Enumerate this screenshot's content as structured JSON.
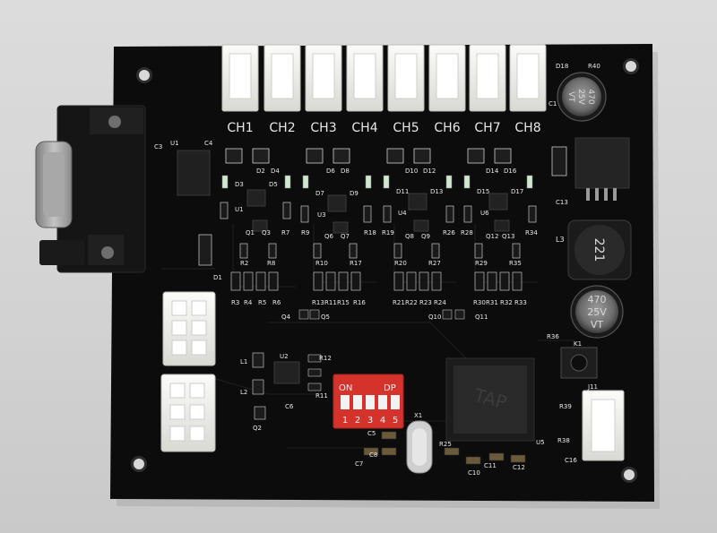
{
  "board": {
    "channels": [
      "CH1",
      "CH2",
      "CH3",
      "CH4",
      "CH5",
      "CH6",
      "CH7",
      "CH8"
    ],
    "labels": {
      "d18": "D18",
      "r40": "R40",
      "c1": "C1",
      "c3": "C3",
      "u1": "U1",
      "c4": "C4",
      "d1": "D1",
      "l1": "L1",
      "l2": "L2",
      "l3": "L3",
      "u2": "U2",
      "u5": "U5",
      "q1": "Q1",
      "q2": "Q2",
      "q4": "Q4",
      "q5": "Q5",
      "r3": "R3",
      "r4": "R4",
      "r5": "R5",
      "r6": "R6",
      "r11": "R11",
      "r12": "R12",
      "r13": "R13",
      "r15": "R15",
      "r16": "R16",
      "r21": "R21",
      "r22": "R22",
      "r23": "R23",
      "r24": "R24",
      "r30": "R30",
      "r31": "R31",
      "r32": "R32",
      "r33": "R33",
      "r35": "R35",
      "r36": "R36",
      "r38": "R38",
      "r39": "R39",
      "c5": "C5",
      "c6": "C6",
      "c7": "C7",
      "c8": "C8",
      "c10": "C10",
      "c11": "C11",
      "c12": "C12",
      "c13": "C13",
      "c16": "C16",
      "x1": "X1",
      "r25": "R25",
      "k1": "K1",
      "j11": "J11",
      "d2": "D2",
      "d4": "D4",
      "d6": "D6",
      "d8": "D8",
      "d10": "D10",
      "d12": "D12",
      "d14": "D14",
      "d16": "D16",
      "d3": "D3",
      "d5": "D5",
      "d7": "D7",
      "d9": "D9",
      "d11": "D11",
      "d13": "D13",
      "d15": "D15",
      "d17": "D17",
      "u3": "U3",
      "u4": "U4",
      "u6": "U6",
      "r2": "R2",
      "r7": "R7",
      "r8": "R8",
      "r9": "R9",
      "r10": "R10",
      "r17": "R17",
      "r18": "R18",
      "r19": "R19",
      "r20": "R20",
      "r26": "R26",
      "r27": "R27",
      "r28": "R28",
      "r29": "R29",
      "r34": "R34",
      "q3": "Q3",
      "q6": "Q6",
      "q7": "Q7",
      "q8": "Q8",
      "q9": "Q9",
      "q10": "Q10",
      "q11": "Q11",
      "q12": "Q12",
      "q13": "Q13"
    },
    "dip_switch": {
      "on": "ON",
      "dp": "DP",
      "numbers": [
        "1",
        "2",
        "3",
        "4",
        "5"
      ]
    },
    "cap1": {
      "value": "470",
      "voltage": "25V",
      "series": "VT"
    },
    "cap2": {
      "value": "470",
      "voltage": "25V",
      "series": "VT"
    },
    "inductor": {
      "marking": "221"
    },
    "mcu": {
      "marking": "TAP"
    },
    "colors": {
      "pcb": "#0c0c0c",
      "background": "#d4d4d4",
      "connector": "#f2f2f0",
      "dip": "#d4322b",
      "silkscreen": "#e8e8e8"
    }
  }
}
